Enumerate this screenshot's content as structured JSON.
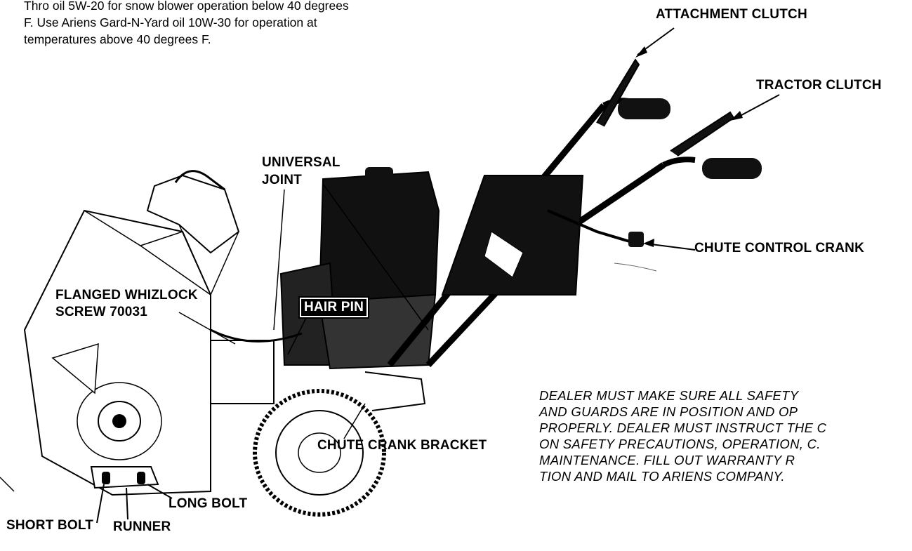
{
  "intro_lines": [
    "Thro oil 5W-20 for snow blower operation below 40 degrees",
    "F. Use Ariens Gard-N-Yard oil 10W-30 for operation at",
    "temperatures above 40 degrees F."
  ],
  "labels": {
    "attachment_clutch": "ATTACHMENT CLUTCH",
    "tractor_clutch": "TRACTOR CLUTCH",
    "universal_joint_1": "UNIVERSAL",
    "universal_joint_2": "JOINT",
    "chute_control_crank": "CHUTE CONTROL CRANK",
    "flanged_whizlock_1": "FLANGED WHIZLOCK",
    "flanged_whizlock_2": "SCREW 70031",
    "hair_pin": "HAIR PIN",
    "chute_crank_bracket": "CHUTE CRANK BRACKET",
    "long_bolt": "LONG BOLT",
    "short_bolt": "SHORT BOLT",
    "runner": "RUNNER"
  },
  "note_lines": [
    "DEALER MUST MAKE SURE ALL SAFETY",
    "AND GUARDS ARE IN POSITION AND OP",
    "PROPERLY. DEALER MUST INSTRUCT THE C",
    "ON SAFETY PRECAUTIONS, OPERATION, C.",
    "MAINTENANCE.   FILL OUT WARRANTY R",
    "TION AND MAIL TO ARIENS COMPANY."
  ]
}
